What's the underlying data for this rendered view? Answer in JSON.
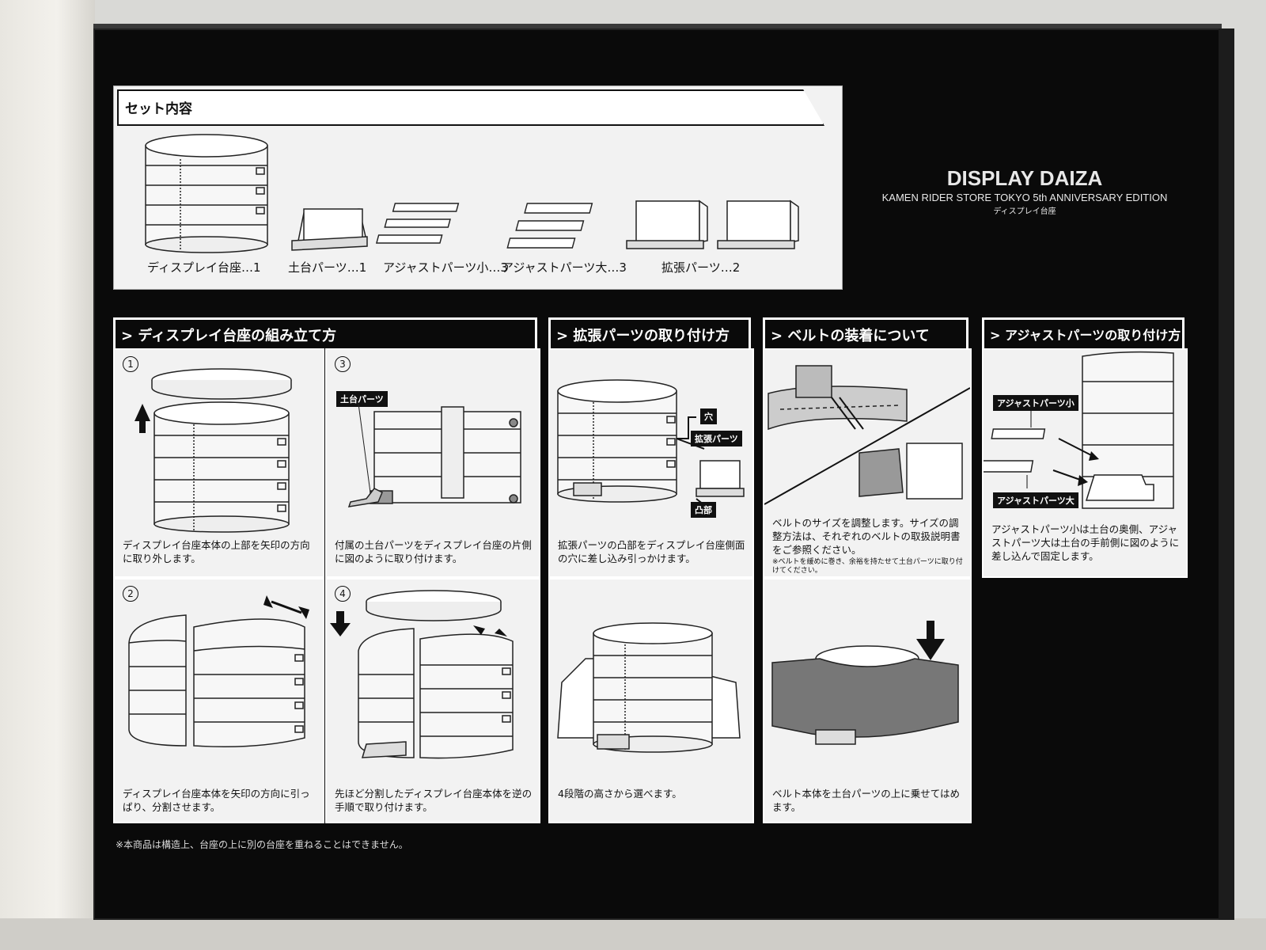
{
  "set_contents": {
    "title": "セット内容",
    "items": [
      {
        "label": "ディスプレイ台座…1"
      },
      {
        "label": "土台パーツ…1"
      },
      {
        "label": "アジャストパーツ小…3"
      },
      {
        "label": "アジャストパーツ大…3"
      },
      {
        "label": "拡張パーツ…2"
      }
    ]
  },
  "brand": {
    "title": "DISPLAY DAIZA",
    "subtitle": "KAMEN RIDER STORE TOKYO 5th ANNIVERSARY EDITION",
    "jp": "ディスプレイ台座"
  },
  "sections": {
    "assembly": "ディスプレイ台座の組み立て方",
    "expansion": "拡張パーツの取り付け方",
    "belt": "ベルトの装着について",
    "adjust": "アジャストパーツの取り付け方"
  },
  "steps": {
    "s1": {
      "num": "1",
      "text": "ディスプレイ台座本体の上部を矢印の方向に取り外します。"
    },
    "s2": {
      "num": "2",
      "text": "ディスプレイ台座本体を矢印の方向に引っぱり、分割させます。"
    },
    "s3": {
      "num": "3",
      "tag": "土台パーツ",
      "text": "付属の土台パーツをディスプレイ台座の片側に図のように取り付けます。"
    },
    "s4": {
      "num": "4",
      "text": "先ほど分割したディスプレイ台座本体を逆の手順で取り付けます。"
    },
    "exp1": {
      "tags": [
        "穴",
        "拡張パーツ",
        "凸部"
      ],
      "text": "拡張パーツの凸部をディスプレイ台座側面の穴に差し込み引っかけます。"
    },
    "exp2": {
      "text": "4段階の高さから選べます。"
    },
    "belt1": {
      "text": "ベルトのサイズを調整します。サイズの調整方法は、それぞれのベルトの取扱説明書をご参照ください。",
      "note": "※ベルトを緩めに巻き、余裕を持たせて土台パーツに取り付けてください。"
    },
    "belt2": {
      "text": "ベルト本体を土台パーツの上に乗せてはめます。"
    },
    "adj1": {
      "tags": [
        "アジャストパーツ小",
        "アジャストパーツ大"
      ],
      "text": "アジャストパーツ小は土台の奥側、アジャストパーツ大は土台の手前側に図のように差し込んで固定します。"
    }
  },
  "footnote": "※本商品は構造上、台座の上に別の台座を重ねることはできません。"
}
